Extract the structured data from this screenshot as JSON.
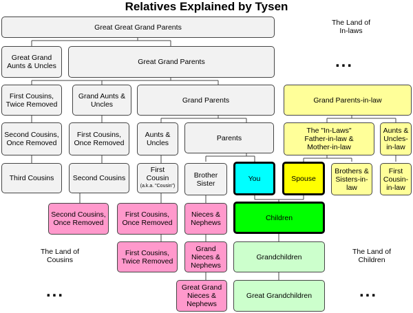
{
  "title": "Relatives Explained by Tysen",
  "boxes": {
    "great_great_grand_parents": "Great Great Grand Parents",
    "great_grand_aunts_uncles": "Great Grand\nAunts & Uncles",
    "great_grand_parents": "Great Grand Parents",
    "first_cousins_twice_removed_top": "First Cousins,\nTwice Removed",
    "grand_aunts_uncles": "Grand Aunts &\nUncles",
    "grand_parents": "Grand Parents",
    "grand_parents_in_law": "Grand Parents-in-law",
    "second_cousins_once_removed_top": "Second Cousins,\nOnce Removed",
    "first_cousins_once_removed_top": "First Cousins,\nOnce Removed",
    "aunts_uncles": "Aunts &\nUncles",
    "parents": "Parents",
    "in_laws": "The \"In-Laws\"\nFather-in-law &\nMother-in-law",
    "aunts_uncles_in_law": "Aunts &\nUncles-\nin-law",
    "third_cousins": "Third Cousins",
    "second_cousins": "Second Cousins",
    "first_cousin": "First\nCousin",
    "first_cousin_aka": "(a.k.a. \"Cousin\")",
    "brother_sister": "Brother\nSister",
    "you": "You",
    "spouse": "Spouse",
    "brothers_sisters_in_law": "Brothers &\nSisters-in-\nlaw",
    "first_cousin_in_law": "First\nCousin-\nin-law",
    "second_cousins_once_removed_bottom": "Second Cousins,\nOnce Removed",
    "first_cousins_once_removed_bottom": "First Cousins,\nOnce Removed",
    "nieces_nephews": "Nieces &\nNephews",
    "children": "Children",
    "first_cousins_twice_removed_bottom": "First Cousins,\nTwice Removed",
    "grand_nieces_nephews": "Grand\nNieces &\nNephews",
    "grandchildren": "Grandchildren",
    "great_grand_nieces_nephews": "Great Grand\nNieces &\nNephews",
    "great_grandchildren": "Great Grandchildren"
  },
  "notes": {
    "land_of_inlaws": "The Land of\nIn-laws",
    "land_of_cousins": "The Land of\nCousins",
    "land_of_children": "The Land of\nChildren"
  },
  "ellipsis": "..."
}
